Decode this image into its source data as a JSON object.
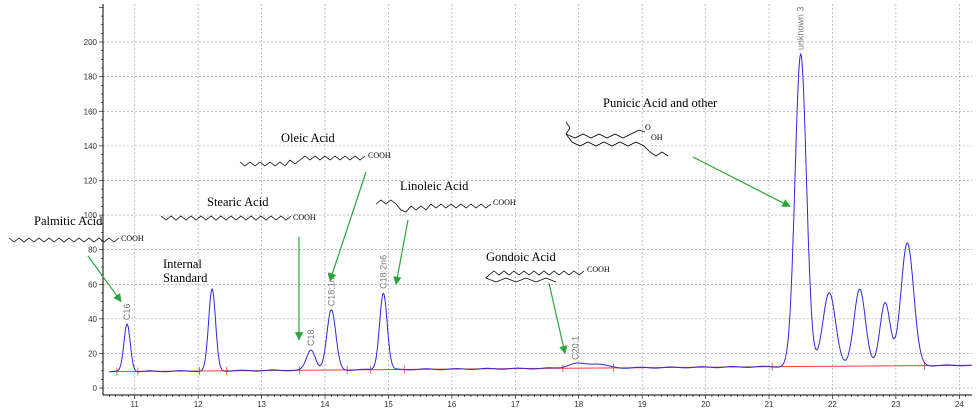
{
  "chart_data": {
    "type": "line",
    "title": "",
    "xlabel": "",
    "ylabel": "",
    "xlim": [
      10.5,
      24.2
    ],
    "ylim": [
      -4,
      222
    ],
    "x_ticks": [
      11,
      12,
      13,
      14,
      15,
      16,
      17,
      18,
      19,
      20,
      21,
      22,
      23,
      24
    ],
    "y_ticks": [
      0,
      20,
      40,
      60,
      80,
      100,
      120,
      140,
      160,
      180,
      200
    ],
    "grid": true,
    "colors": {
      "signal": "#2b2bd8",
      "baseline": "#ff3b3b",
      "arrow": "#2aa63a",
      "grid": "#9a9a9a"
    },
    "baseline": {
      "x": [
        10.6,
        24.2
      ],
      "y": [
        9.5,
        13.2
      ]
    },
    "peaks": [
      {
        "label": "C16",
        "rt": 10.88,
        "height": 37,
        "width": 0.05
      },
      {
        "label": "",
        "rt": 12.22,
        "height": 57,
        "width": 0.055
      },
      {
        "label": "C18",
        "rt": 13.78,
        "height": 22,
        "width": 0.07
      },
      {
        "label": "C18:1n7",
        "rt": 14.1,
        "height": 45,
        "width": 0.07
      },
      {
        "label": "C18:2n6",
        "rt": 14.92,
        "height": 55,
        "width": 0.06
      },
      {
        "label": "C20:1",
        "rt": 17.95,
        "height": 14,
        "width": 0.14
      },
      {
        "label": "",
        "rt": 18.28,
        "height": 14,
        "width": 0.14
      },
      {
        "label": "unknown 3",
        "rt": 21.5,
        "height": 193,
        "width": 0.09
      },
      {
        "label": "",
        "rt": 21.95,
        "height": 55,
        "width": 0.1
      },
      {
        "label": "",
        "rt": 22.43,
        "height": 57,
        "width": 0.09
      },
      {
        "label": "",
        "rt": 22.83,
        "height": 49,
        "width": 0.08
      },
      {
        "label": "",
        "rt": 23.18,
        "height": 84,
        "width": 0.1
      }
    ],
    "annotations": [
      {
        "text": "Palmitic Acid",
        "group": "COOH",
        "target_rt": 10.88
      },
      {
        "text": "Internal Standard",
        "target_rt": 12.22
      },
      {
        "text": "Stearic Acid",
        "group": "COOH",
        "target_rt": 13.78
      },
      {
        "text": "Oleic Acid",
        "group": "COOH",
        "target_rt": 14.1
      },
      {
        "text": "Linoleic Acid",
        "group": "COOH",
        "target_rt": 14.92
      },
      {
        "text": "Gondoic Acid",
        "group": "COOH",
        "target_rt": 17.95
      },
      {
        "text": "Punicic Acid and other",
        "group": "OH",
        "target_rt": 21.5
      }
    ]
  }
}
